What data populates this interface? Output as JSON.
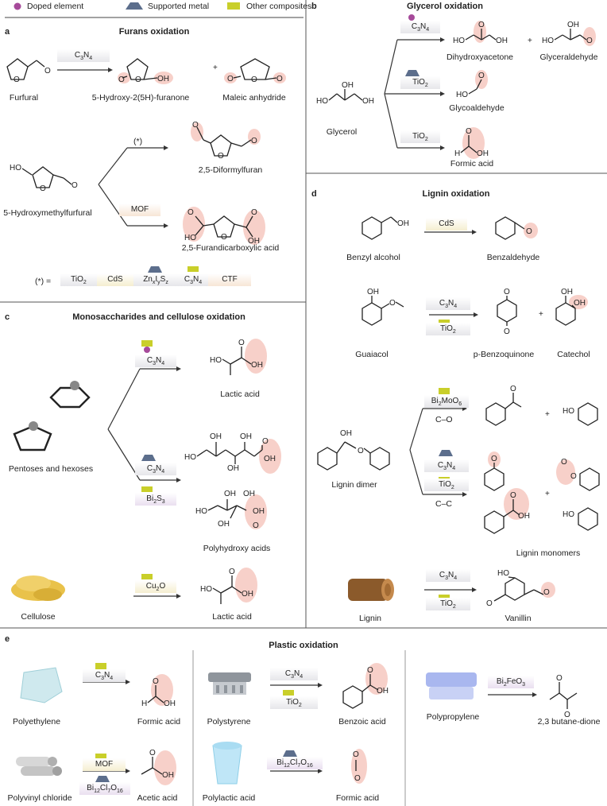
{
  "legend": {
    "doped": "Doped element",
    "supported": "Supported metal",
    "composites": "Other composites",
    "doped_color": "#a64a9a",
    "supported_color": "#5c6e8c",
    "composite_color": "#c9cf2a"
  },
  "a": {
    "letter": "a",
    "title": "Furans oxidation",
    "r1": {
      "reactant": "Furfural",
      "catalyst": "C3N4",
      "p1": "5-Hydroxy-2(5H)-furanone",
      "plus": "+",
      "p2": "Maleic anhydride"
    },
    "r2": {
      "reactant": "5-Hydroxymethylfurfural",
      "cat_top": "(*)",
      "p1": "2,5-Diformylfuran",
      "cat_bottom": "MOF",
      "p2": "2,5-Furandicarboxylic acid"
    },
    "star": {
      "label": "(*) =",
      "items": [
        "TiO2",
        "CdS",
        "ZnxIySz",
        "C3N4",
        "CTF"
      ]
    }
  },
  "b": {
    "letter": "b",
    "title": "Glycerol oxidation",
    "reactant": "Glycerol",
    "cat1": "C3N4",
    "p1": "Dihydroxyacetone",
    "plus": "+",
    "p2": "Glyceraldehyde",
    "cat2": "TiO2",
    "p3": "Glycoaldehyde",
    "cat3": "TiO2",
    "p4": "Formic acid"
  },
  "c": {
    "letter": "c",
    "title": "Monosaccharides and cellulose oxidation",
    "reactant1": "Pentoses and hexoses",
    "cat1": "C3N4",
    "p1": "Lactic acid",
    "cat2": "C3N4",
    "cat3": "Bi2S3",
    "p2": "Polyhydroxy acids",
    "reactant2": "Cellulose",
    "cat4": "Cu2O",
    "p3": "Lactic acid"
  },
  "d": {
    "letter": "d",
    "title": "Lignin oxidation",
    "r1": {
      "reactant": "Benzyl alcohol",
      "catalyst": "CdS",
      "product": "Benzaldehyde"
    },
    "r2": {
      "reactant": "Guaiacol",
      "cat_top": "C3N4",
      "cat_bottom": "TiO2",
      "p1": "p-Benzoquinone",
      "plus": "+",
      "p2": "Catechol"
    },
    "r3": {
      "reactant": "Lignin dimer",
      "cat1": "Bi2MoO6",
      "cleave1": "C–O",
      "cat2": "C3N4",
      "cat3": "TiO2",
      "cleave2": "C–C",
      "plus": "+",
      "products": "Lignin monomers"
    },
    "r4": {
      "reactant": "Lignin",
      "cat_top": "C3N4",
      "cat_bottom": "TiO2",
      "product": "Vanillin"
    }
  },
  "e": {
    "letter": "e",
    "title": "Plastic oxidation",
    "pe": {
      "reactant": "Polyethylene",
      "catalyst": "C3N4",
      "product": "Formic acid"
    },
    "pvc": {
      "reactant": "Polyvinyl chloride",
      "cat_top": "MOF",
      "cat_bottom": "Bi12Cl7O16",
      "product": "Acetic acid"
    },
    "ps": {
      "reactant": "Polystyrene",
      "cat_top": "C3N4",
      "cat_bottom": "TiO2",
      "product": "Benzoic acid"
    },
    "pla": {
      "reactant": "Polylactic acid",
      "catalyst": "Bi12Cl7O16",
      "product": "Formic acid"
    },
    "pp": {
      "reactant": "Polypropylene",
      "catalyst": "Bi2FeO3",
      "product": "2,3 butane-dione"
    }
  }
}
